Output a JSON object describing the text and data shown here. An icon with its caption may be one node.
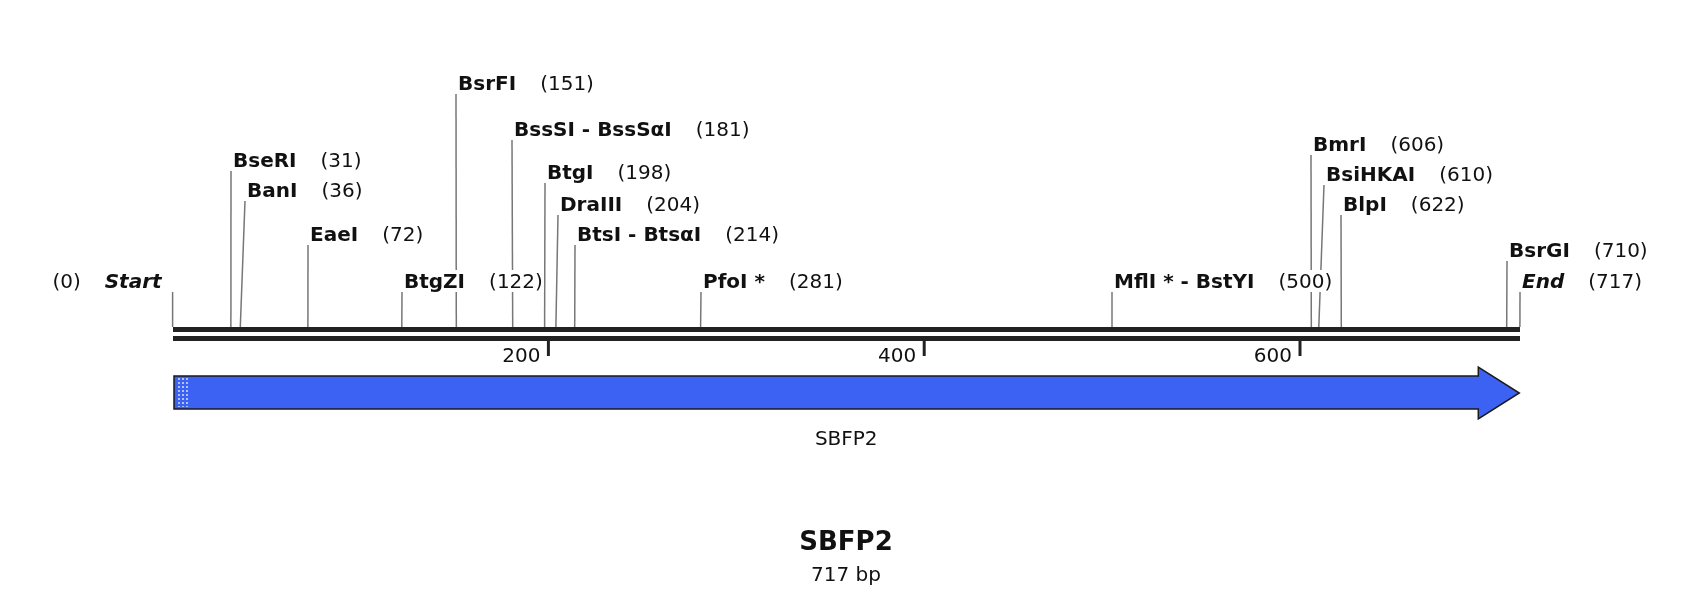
{
  "diagram": {
    "title": "SBFP2",
    "caption": "717 bp",
    "nodes": [
      {
        "text": [
          "BsrFI",
          "(151)"
        ]
      },
      {
        "text": [
          "BssSI - BssSαI",
          "(181)"
        ]
      },
      {
        "text": [
          "BmrI",
          "(606)"
        ]
      },
      {
        "text": [
          "BseRI",
          "(31)"
        ]
      },
      {
        "text": [
          "BtgI",
          "(198)"
        ]
      },
      {
        "text": [
          "BsiHKAI",
          "(610)"
        ]
      },
      {
        "text": [
          "BanI",
          "(36)"
        ]
      },
      {
        "text": [
          "DraIII",
          "(204)"
        ]
      },
      {
        "text": [
          "BlpI",
          "(622)"
        ]
      },
      {
        "text": [
          "EaeI",
          "(72)"
        ]
      },
      {
        "text": [
          "BtsI - BtsαI",
          "(214)"
        ]
      },
      {
        "text": [
          "BsrGI",
          "(710)"
        ]
      },
      {
        "text": [
          "(0)",
          "Start"
        ]
      },
      {
        "text": [
          "BtgZI",
          "(122)"
        ]
      },
      {
        "text": [
          "PfoI *",
          "(281)"
        ]
      },
      {
        "text": [
          "MflI * - BstYI",
          "(500)"
        ]
      },
      {
        "text": [
          "End",
          "(717)"
        ]
      },
      {
        "text": [],
        "shape": "bar"
      },
      {
        "text": [
          "SBFP2"
        ]
      }
    ],
    "edges": [
      {
        "from": 0,
        "to": 17,
        "arrow": "none"
      },
      {
        "from": 1,
        "to": 17,
        "arrow": "none"
      },
      {
        "from": 2,
        "to": 17,
        "arrow": "none"
      },
      {
        "from": 3,
        "to": 17,
        "arrow": "none"
      },
      {
        "from": 4,
        "to": 17,
        "arrow": "none"
      },
      {
        "from": 5,
        "to": 17,
        "arrow": "none"
      },
      {
        "from": 6,
        "to": 17,
        "arrow": "none"
      },
      {
        "from": 7,
        "to": 17,
        "arrow": "none"
      },
      {
        "from": 8,
        "to": 17,
        "arrow": "none"
      },
      {
        "from": 9,
        "to": 17,
        "arrow": "none"
      },
      {
        "from": 10,
        "to": 17,
        "arrow": "none"
      },
      {
        "from": 11,
        "to": 17,
        "arrow": "none"
      },
      {
        "from": 12,
        "to": 17,
        "arrow": "none"
      },
      {
        "from": 13,
        "to": 17,
        "arrow": "none"
      },
      {
        "from": 14,
        "to": 17,
        "arrow": "none"
      },
      {
        "from": 15,
        "to": 17,
        "arrow": "none"
      },
      {
        "from": 16,
        "to": 17,
        "arrow": "none"
      }
    ],
    "labels": [
      "200",
      "400",
      "600"
    ]
  }
}
